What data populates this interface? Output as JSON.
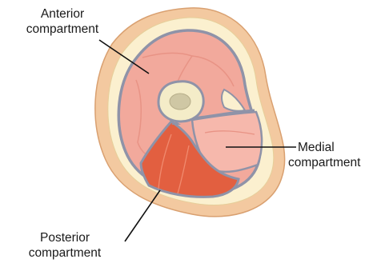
{
  "diagram": {
    "labels": {
      "anterior": {
        "line1": "Anterior",
        "line2": "compartment"
      },
      "medial": {
        "line1": "Medial",
        "line2": "compartment"
      },
      "posterior": {
        "line1": "Posterior",
        "line2": "compartment"
      }
    },
    "colors": {
      "skin": "#f3c9a0",
      "skin_outline": "#d9a070",
      "fat": "#fbf0cf",
      "fascia": "#8f93a8",
      "muscle": "#f2a99c",
      "muscle_light": "#f6b8ac",
      "muscle_line": "#e89385",
      "posterior_muscle": "#e25f40",
      "bone": "#f4ecc8",
      "marrow": "#cfc7a4",
      "leader_line": "#111111"
    }
  }
}
